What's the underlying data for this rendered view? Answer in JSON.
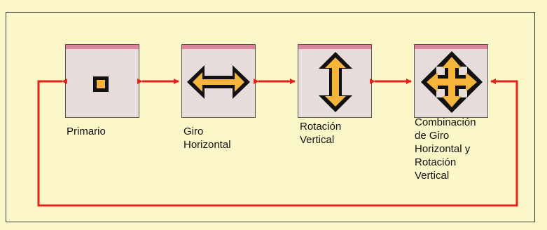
{
  "diagram": {
    "nodes": [
      {
        "id": "primario",
        "label": "Primario",
        "icon": "square-icon"
      },
      {
        "id": "giro-horizontal",
        "label": "Giro\nHorizontal",
        "icon": "horizontal-double-arrow-icon"
      },
      {
        "id": "rotacion-vertical",
        "label": "Rotación\nVertical",
        "icon": "vertical-double-arrow-icon"
      },
      {
        "id": "combinacion",
        "label": "Combinación\nde Giro\nHorizontal y\nRotación\nVertical",
        "icon": "four-way-arrow-icon"
      }
    ],
    "colors": {
      "background": "#fbf6c8",
      "connector": "#e0241d",
      "tile": "#e5dcdb",
      "tile_top": "#d9869c",
      "icon_fill": "#f5b43c",
      "icon_outline": "#111111"
    }
  }
}
